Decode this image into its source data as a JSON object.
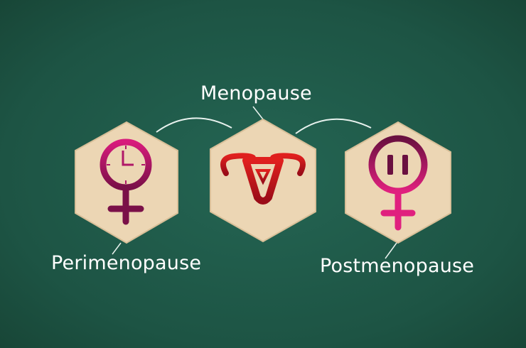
{
  "labels": {
    "center": "Menopause",
    "left": "Perimenopause",
    "right": "Postmenopause"
  },
  "icons": {
    "left": "female-symbol-clock-icon",
    "center": "uterus-icon",
    "right": "female-symbol-pause-icon"
  },
  "colors": {
    "background": "#1f5a48",
    "tile": "#ecd6b4",
    "magenta": "#c0166e",
    "red": "#c8141e",
    "text": "#ffffff"
  }
}
